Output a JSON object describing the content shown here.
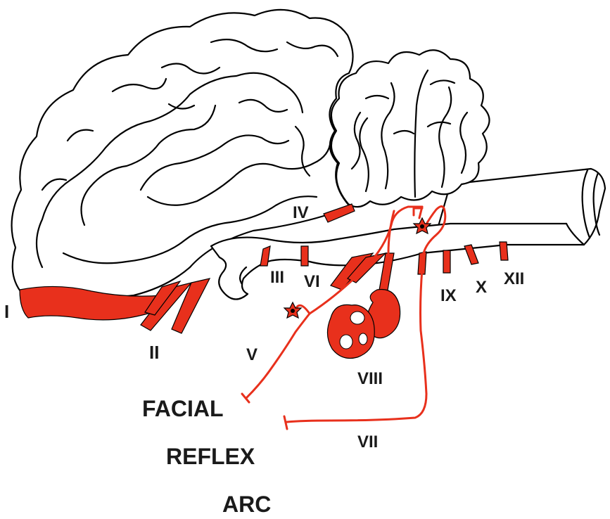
{
  "colors": {
    "nerve": "#e8301c",
    "outline": "#000000",
    "text": "#1a1a1a"
  },
  "labels": {
    "cn1": "I",
    "cn2": "II",
    "cn3": "III",
    "cn4": "IV",
    "cn5": "V",
    "cn6": "VI",
    "cn7": "VII",
    "cn8": "VIII",
    "cn9": "IX",
    "cn10": "X",
    "cn12": "XII"
  },
  "caption": [
    "FACIAL",
    "REFLEX",
    "ARC"
  ]
}
